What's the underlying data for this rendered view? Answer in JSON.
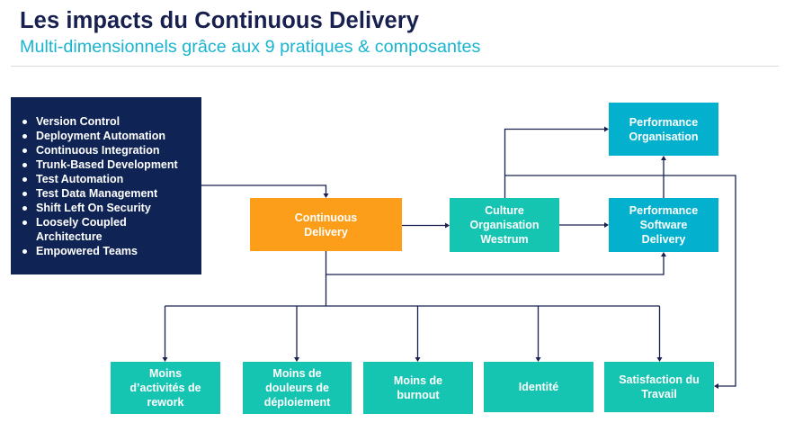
{
  "header": {
    "title": "Les impacts du Continuous Delivery",
    "subtitle": "Multi-dimensionnels grâce aux 9 pratiques & composantes"
  },
  "practices": {
    "items": [
      "Version Control",
      "Deployment Automation",
      "Continuous Integration",
      "Trunk-Based Development",
      "Test Automation",
      "Test Data Management",
      "Shift Left On Security",
      "Loosely Coupled",
      "Architecture",
      "Empowered Teams"
    ]
  },
  "nodes": {
    "continuous_delivery": [
      "Continuous",
      "Delivery"
    ],
    "culture": [
      "Culture",
      "Organisation",
      "Westrum"
    ],
    "perf_software": [
      "Performance",
      "Software",
      "Delivery"
    ],
    "perf_org": [
      "Performance",
      "Organisation"
    ],
    "outcomes": [
      [
        "Moins",
        "d’activités de",
        "rework"
      ],
      [
        "Moins de",
        "douleurs de",
        "déploiement"
      ],
      [
        "Moins de",
        "burnout"
      ],
      [
        "Identité"
      ],
      [
        "Satisfaction du",
        "Travail"
      ]
    ]
  },
  "colors": {
    "navy": "#0f2455",
    "orange": "#fd9e1a",
    "teal": "#16c4b2",
    "cyan": "#03b1cf",
    "subtitle": "#19b4cf",
    "connector": "#17204f"
  }
}
